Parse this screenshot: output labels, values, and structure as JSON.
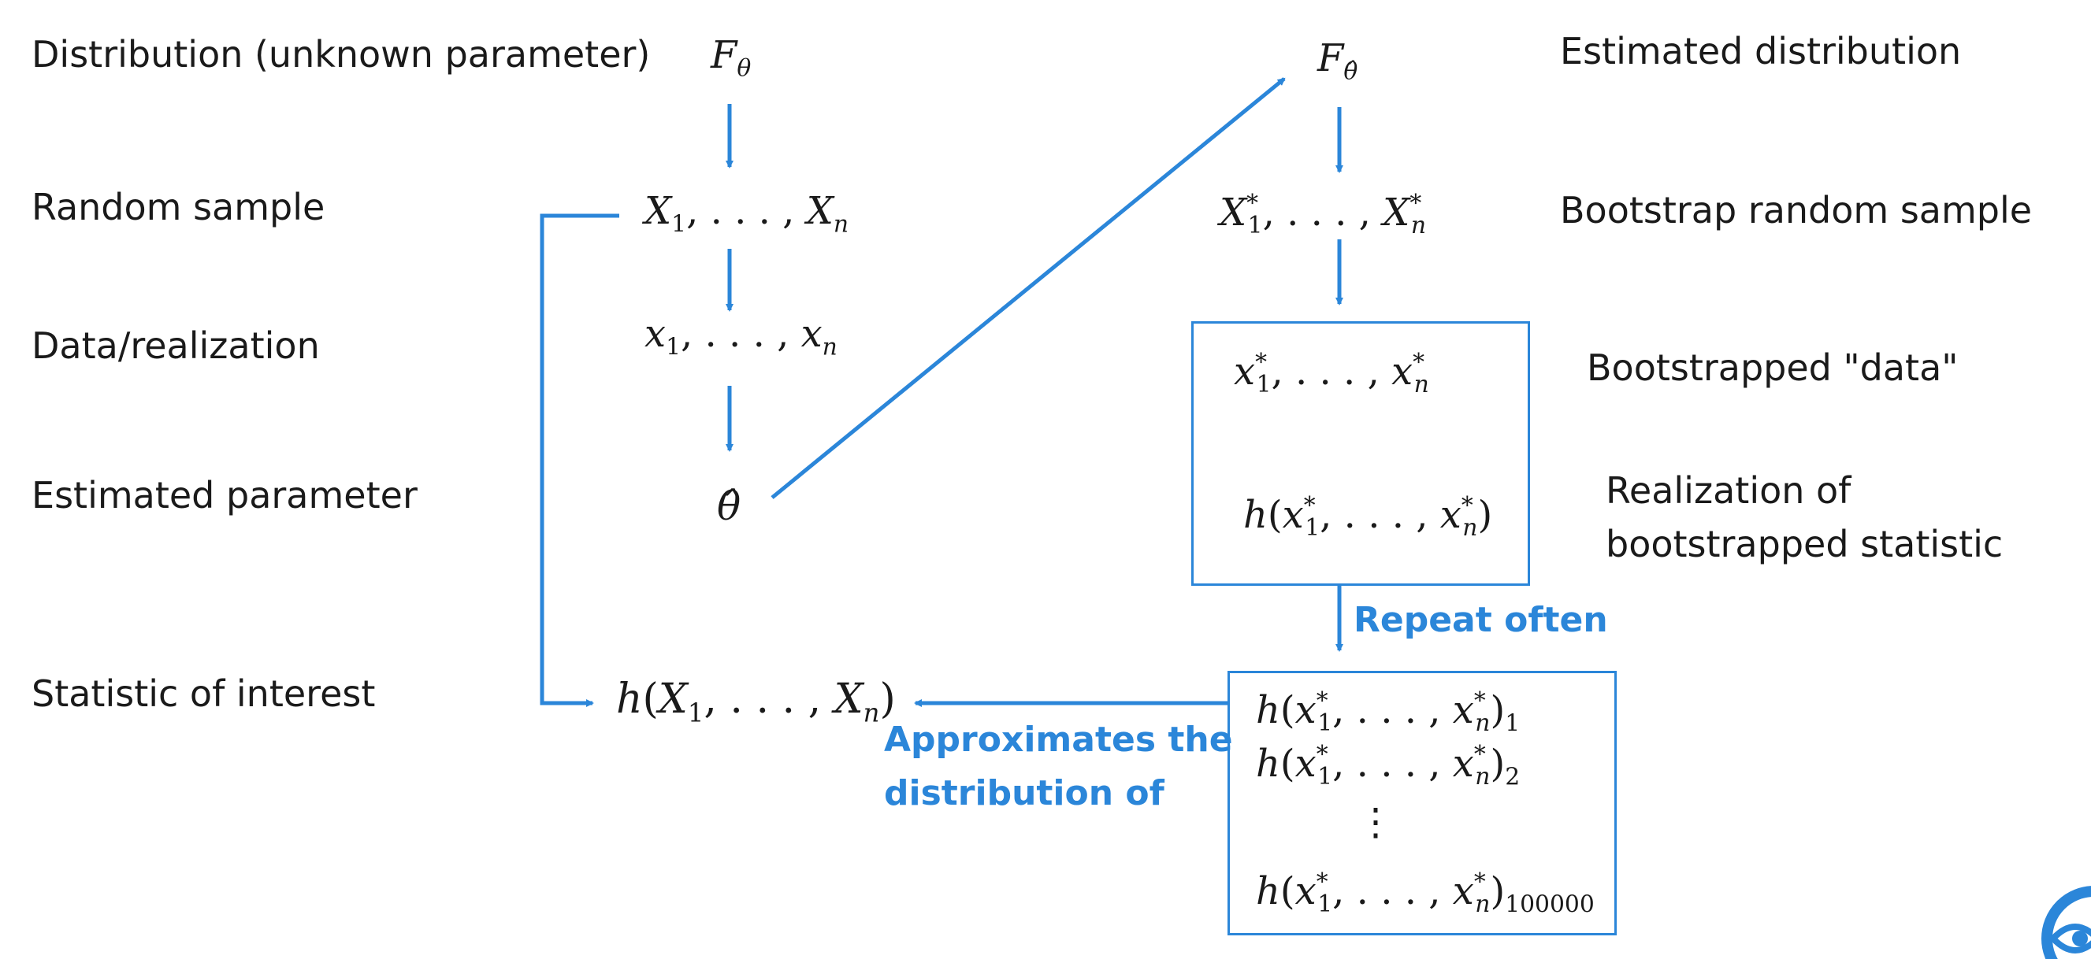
{
  "left_labels": {
    "distribution": "Distribution (unknown parameter)",
    "random_sample": "Random sample",
    "data_realization": "Data/realization",
    "estimated_parameter": "Estimated parameter",
    "statistic_of_interest": "Statistic of interest"
  },
  "right_labels": {
    "estimated_distribution": "Estimated distribution",
    "bootstrap_random_sample": "Bootstrap random sample",
    "bootstrapped_data": "Bootstrapped \"data\"",
    "realization_line1": "Realization of",
    "realization_line2": "bootstrapped statistic"
  },
  "annotations": {
    "repeat_often": "Repeat often",
    "approximates_line1": "Approximates the",
    "approximates_line2": "distribution of"
  },
  "math": {
    "F": "F",
    "theta": "θ",
    "theta_hat": "θ̂",
    "X": "X",
    "x": "x",
    "h": "h",
    "one": "1",
    "n": "n",
    "star": "*",
    "sep": ", . . . , ",
    "open": "(",
    "close": ")",
    "sub1": "1",
    "sub2": "2",
    "sub100000": "100000",
    "vdots": "⋮"
  },
  "colors": {
    "accent": "#2b86d9",
    "text": "#1a1a1a"
  },
  "icons": {
    "logo": "eye-logo-icon"
  }
}
